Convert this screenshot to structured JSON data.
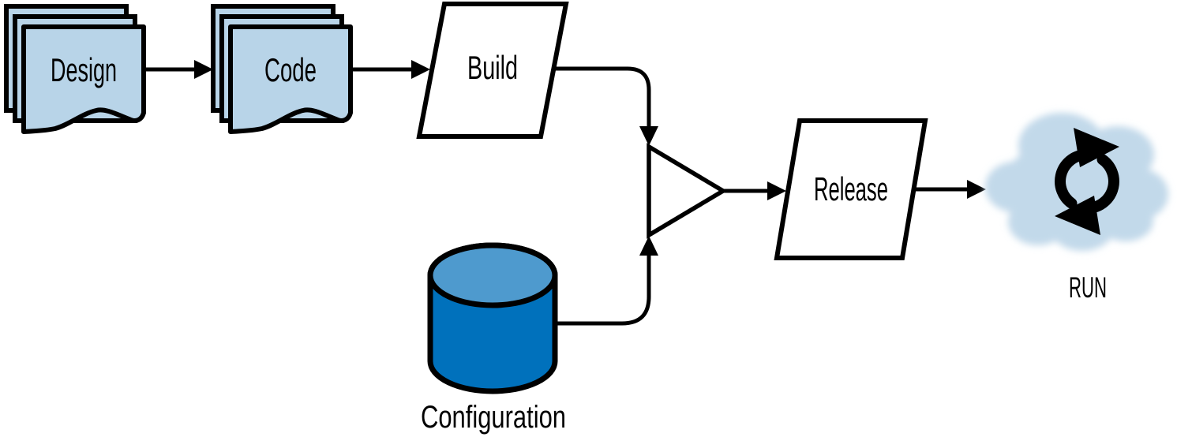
{
  "diagram": {
    "nodes": {
      "design": {
        "label": "Design",
        "type": "document-stack"
      },
      "code": {
        "label": "Code",
        "type": "document-stack"
      },
      "build": {
        "label": "Build",
        "type": "process-parallelogram"
      },
      "configuration": {
        "label": "Configuration",
        "type": "database-cylinder"
      },
      "merge_junction": {
        "label": "",
        "type": "merge-triangle"
      },
      "release": {
        "label": "Release",
        "type": "process-parallelogram"
      },
      "run": {
        "label": "RUN",
        "type": "cloud"
      }
    },
    "edges": [
      {
        "from": "design",
        "to": "code"
      },
      {
        "from": "code",
        "to": "build"
      },
      {
        "from": "build",
        "to": "merge_junction"
      },
      {
        "from": "configuration",
        "to": "merge_junction"
      },
      {
        "from": "merge_junction",
        "to": "release"
      },
      {
        "from": "release",
        "to": "run"
      }
    ],
    "icons": {
      "run_icon": "cycle-arrows-icon"
    },
    "colors": {
      "document_fill": "#b8d4e8",
      "cylinder_top_fill": "#4e9ace",
      "cylinder_body_fill": "#0071bc",
      "cloud_fill": "#c2d9ea",
      "shape_fill": "#ffffff",
      "stroke": "#000000",
      "background": "#ffffff"
    }
  }
}
